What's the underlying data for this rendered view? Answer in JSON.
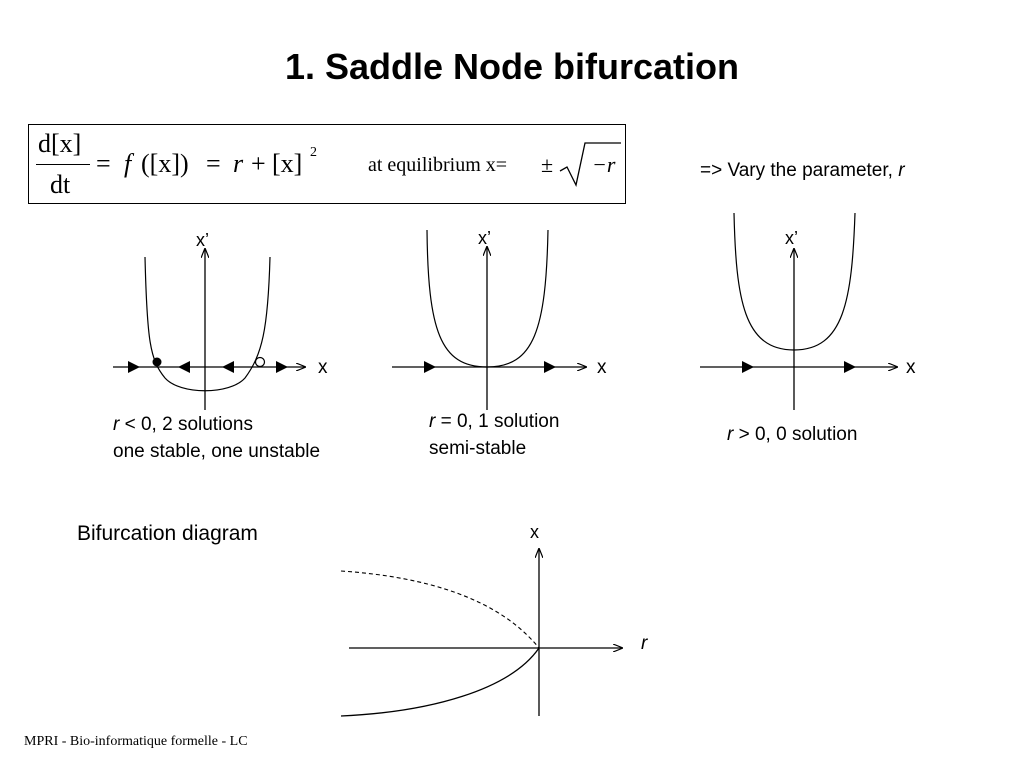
{
  "title": "1. Saddle Node bifurcation",
  "equation": {
    "numerator": "d[x]",
    "denominator": "dt",
    "rhs_f": "f",
    "rhs_args": "([x])",
    "rhs_r": "r",
    "rhs_x": "[x]",
    "rhs_exp": "2",
    "equals": "=",
    "plus": "+",
    "equilibrium_label": "at equilibrium x=",
    "plusminus": "±",
    "sqrt_arg": "−r"
  },
  "vary_note": {
    "prefix": "=> Vary the parameter, ",
    "param": "r"
  },
  "panels": [
    {
      "y_label": "x’",
      "x_label": "x",
      "caption_r": "r",
      "caption_1": " < 0, 2 solutions",
      "caption_2": "one stable, one unstable"
    },
    {
      "y_label": "x’",
      "x_label": "x",
      "caption_r": "r",
      "caption_1": " = 0, 1 solution",
      "caption_2": "semi-stable"
    },
    {
      "y_label": "x’",
      "x_label": "x",
      "caption_r": "r",
      "caption_1": " > 0, 0 solution",
      "caption_2": ""
    }
  ],
  "bifurcation": {
    "heading": "Bifurcation diagram",
    "y_label": "x",
    "x_label": "r",
    "stable_branch": "solid",
    "unstable_branch": "dashed"
  },
  "footer": "MPRI - Bio-informatique formelle - LC"
}
